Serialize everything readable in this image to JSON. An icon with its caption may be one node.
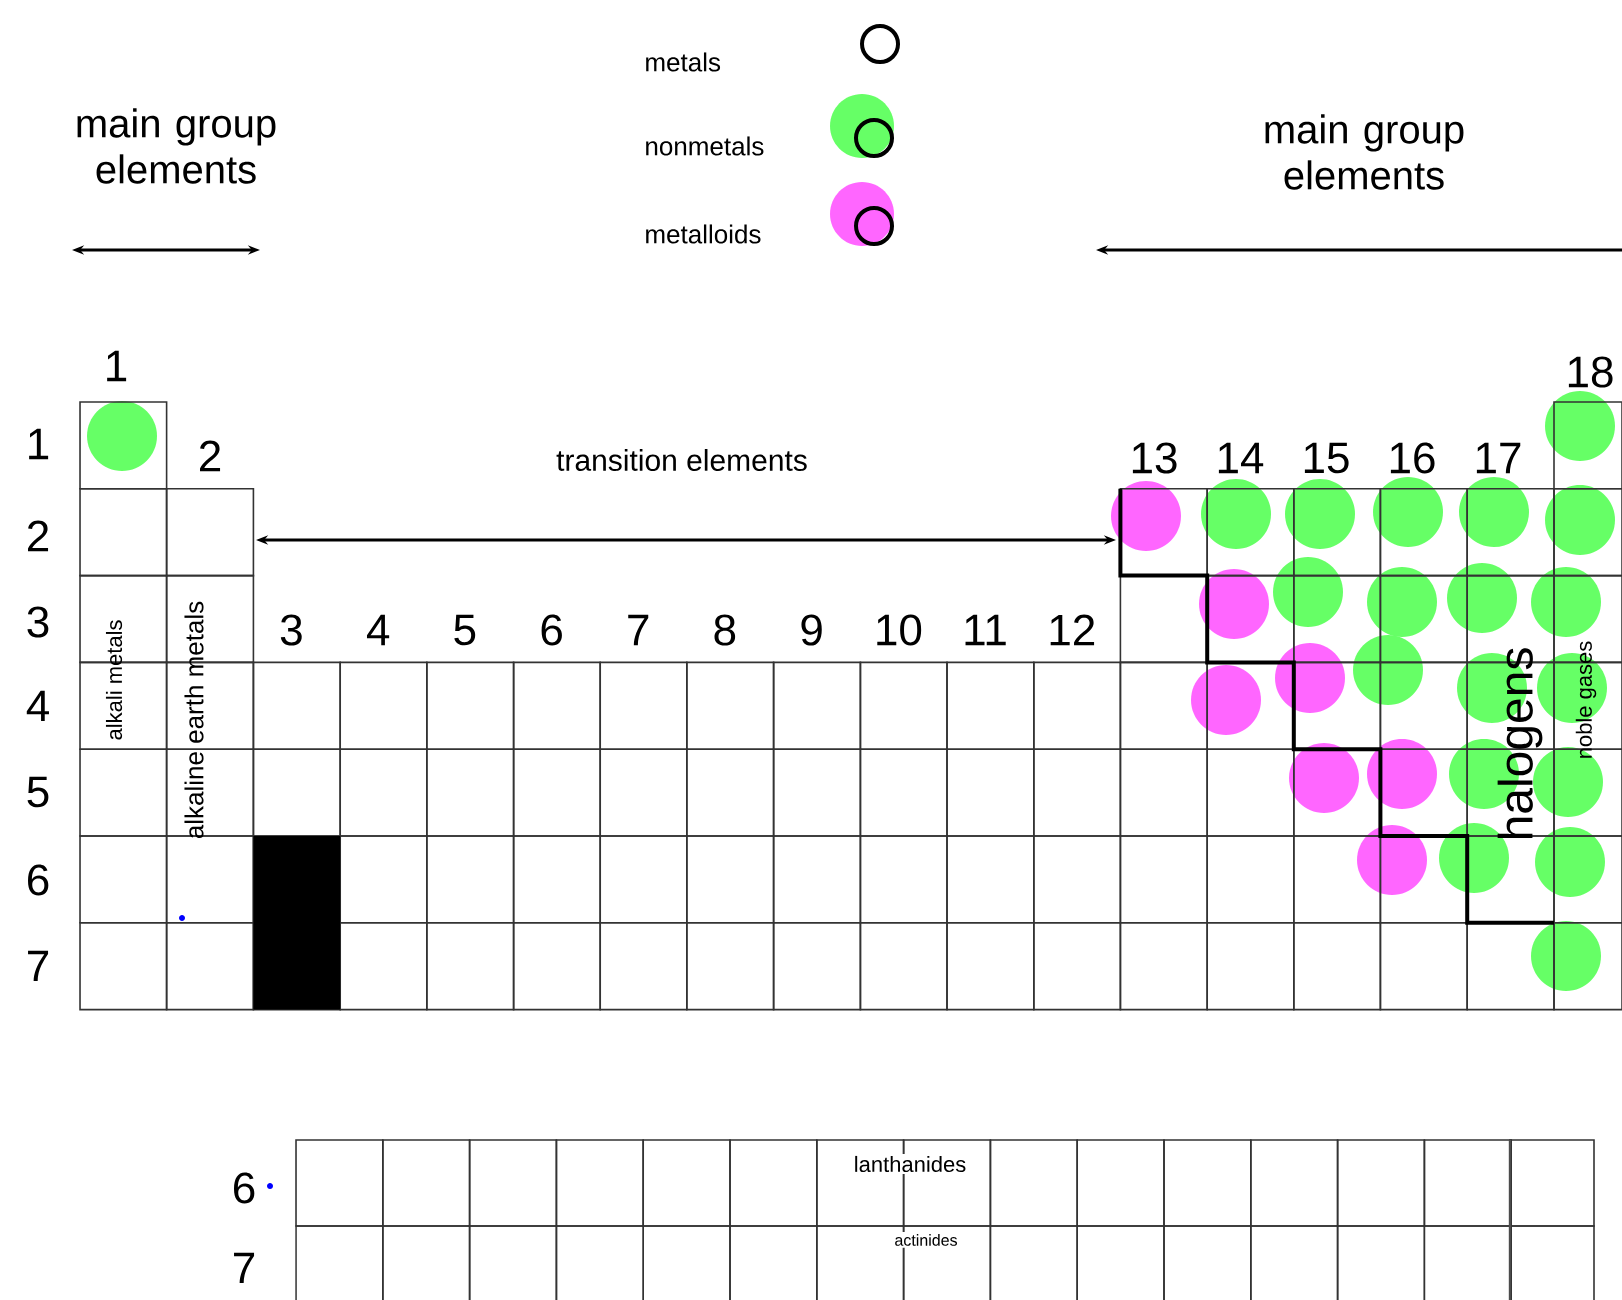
{
  "diagram": {
    "labels": [
      "main group elements",
      "main group elements",
      "1",
      "18",
      "1",
      "2",
      "transition elements",
      "13",
      "14",
      "15",
      "16",
      "17",
      "2",
      "3",
      "3",
      "4",
      "5",
      "6",
      "7",
      "8",
      "9",
      "10",
      "11",
      "12",
      "4",
      "alkali metals",
      "alkaline earth metals",
      "halogens",
      "noble gases",
      "5",
      "6",
      "7",
      "6",
      "lanthanides",
      "7",
      "actinides"
    ],
    "legend": [
      {
        "text": "metals"
      },
      {
        "text": "nonmetals",
        "color": "#66ff66"
      },
      {
        "text": "metalloids",
        "color": "#ff66ff"
      }
    ]
  }
}
